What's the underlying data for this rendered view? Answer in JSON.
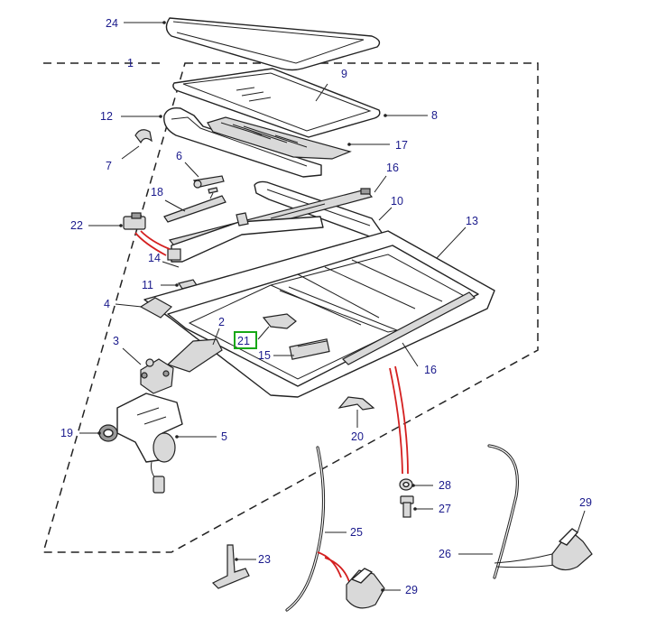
{
  "callouts": [
    {
      "id": "c24",
      "text": "24"
    },
    {
      "id": "c1",
      "text": "1"
    },
    {
      "id": "c9",
      "text": "9"
    },
    {
      "id": "c12",
      "text": "12"
    },
    {
      "id": "c8",
      "text": "8"
    },
    {
      "id": "c17",
      "text": "17"
    },
    {
      "id": "c6",
      "text": "6"
    },
    {
      "id": "c7",
      "text": "7"
    },
    {
      "id": "c16a",
      "text": "16"
    },
    {
      "id": "c18",
      "text": "18"
    },
    {
      "id": "c10",
      "text": "10"
    },
    {
      "id": "c22",
      "text": "22"
    },
    {
      "id": "c13",
      "text": "13"
    },
    {
      "id": "c14",
      "text": "14"
    },
    {
      "id": "c11",
      "text": "11"
    },
    {
      "id": "c4",
      "text": "4"
    },
    {
      "id": "c2",
      "text": "2"
    },
    {
      "id": "c21",
      "text": "21"
    },
    {
      "id": "c3",
      "text": "3"
    },
    {
      "id": "c15",
      "text": "15"
    },
    {
      "id": "c16b",
      "text": "16"
    },
    {
      "id": "c19",
      "text": "19"
    },
    {
      "id": "c5",
      "text": "5"
    },
    {
      "id": "c20",
      "text": "20"
    },
    {
      "id": "c28",
      "text": "28"
    },
    {
      "id": "c27",
      "text": "27"
    },
    {
      "id": "c25",
      "text": "25"
    },
    {
      "id": "c29a",
      "text": "29"
    },
    {
      "id": "c26",
      "text": "26"
    },
    {
      "id": "c23",
      "text": "23"
    },
    {
      "id": "c29b",
      "text": "29"
    }
  ],
  "colors": {
    "label": "#1a1a8c",
    "highlight": "#16a816",
    "pipe": "#d42020"
  }
}
